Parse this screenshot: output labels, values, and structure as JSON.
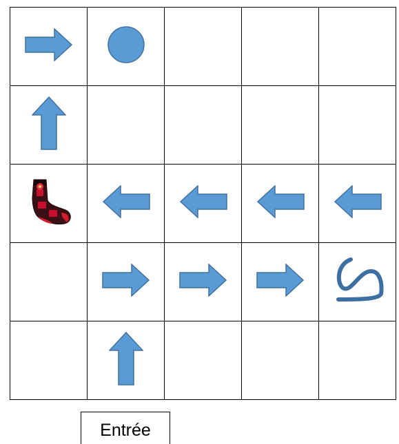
{
  "grid": {
    "rows": 5,
    "cols": 5,
    "cells": [
      [
        "arrow-right",
        "circle",
        "",
        "",
        ""
      ],
      [
        "arrow-up",
        "",
        "",
        "",
        ""
      ],
      [
        "sock",
        "arrow-left",
        "arrow-left",
        "arrow-left",
        "arrow-left"
      ],
      [
        "",
        "arrow-right",
        "arrow-right",
        "arrow-right",
        "squiggle"
      ],
      [
        "",
        "arrow-up",
        "",
        "",
        ""
      ]
    ]
  },
  "colors": {
    "shape_fill": "#5B9BD5",
    "shape_stroke": "#41719C",
    "squiggle_stroke": "#3E6FA3",
    "grid_line": "#000000"
  },
  "entry": {
    "label": "Entrée"
  }
}
